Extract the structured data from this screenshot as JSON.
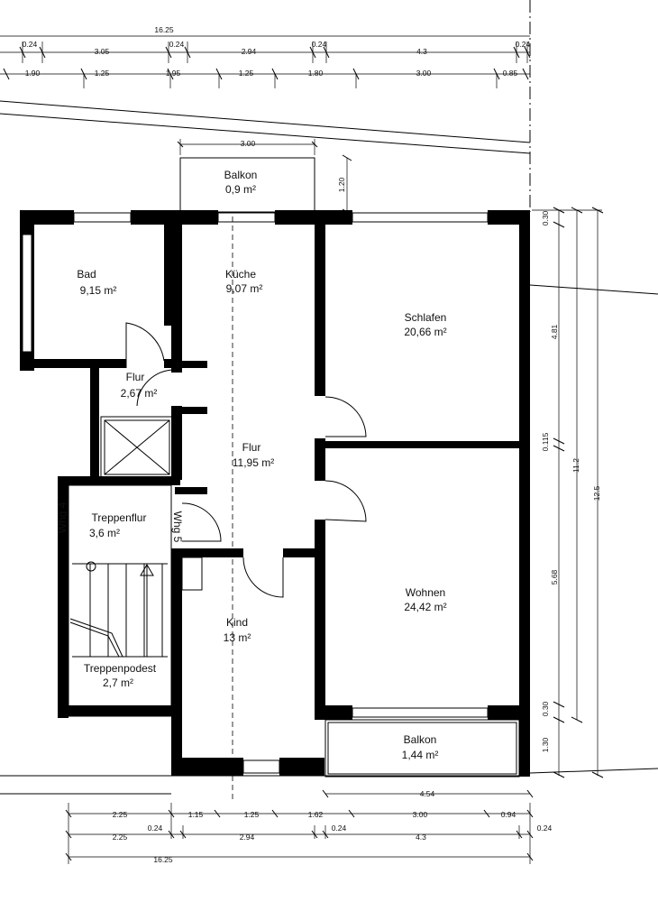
{
  "rooms": [
    {
      "name": "Balkon",
      "area": "0,9 m²"
    },
    {
      "name": "Bad",
      "area": "9,15 m²"
    },
    {
      "name": "Küche",
      "area": "9,07 m²"
    },
    {
      "name": "Schlafen",
      "area": "20,66 m²"
    },
    {
      "name": "Flur",
      "area": "2,67 m²"
    },
    {
      "name": "Flur",
      "area": "11,95 m²"
    },
    {
      "name": "Treppenflur",
      "area": "3,6 m²"
    },
    {
      "name": "Wohnen",
      "area": "24,42 m²"
    },
    {
      "name": "Kind",
      "area": "13 m²"
    },
    {
      "name": "Treppenpodest",
      "area": "2,7 m²"
    },
    {
      "name": "Balkon",
      "area": "1,44 m²"
    }
  ],
  "units": {
    "left": "Whg 4",
    "right": "Whg 5"
  },
  "dims": {
    "top_total": "16.25",
    "top_row1": [
      "0.24",
      "3.05",
      "0.24",
      "2.94",
      "0.24",
      "4.3",
      "0.24"
    ],
    "top_row2": [
      "1.90",
      "1.25",
      "1.95",
      "1.25",
      "1.80",
      "3.00",
      "0.85"
    ],
    "balcony_width": "3.00",
    "balcony_depth": "1.20",
    "right_inner": [
      "0.30",
      "4.81",
      "0.115",
      "5.68",
      "0.30",
      "1.30"
    ],
    "right_mid": "11.2",
    "right_outer": "12.5",
    "bottom_balcony": "4.54",
    "bottom_row1": [
      "2.25",
      "1.15",
      "1.25",
      "1.62",
      "3.00",
      "0.94"
    ],
    "bottom_row2": [
      "0.24",
      "0.24",
      "0.24"
    ],
    "bottom_row3": [
      "2.25",
      "2.94",
      "4.3"
    ],
    "bottom_total": "16.25"
  }
}
